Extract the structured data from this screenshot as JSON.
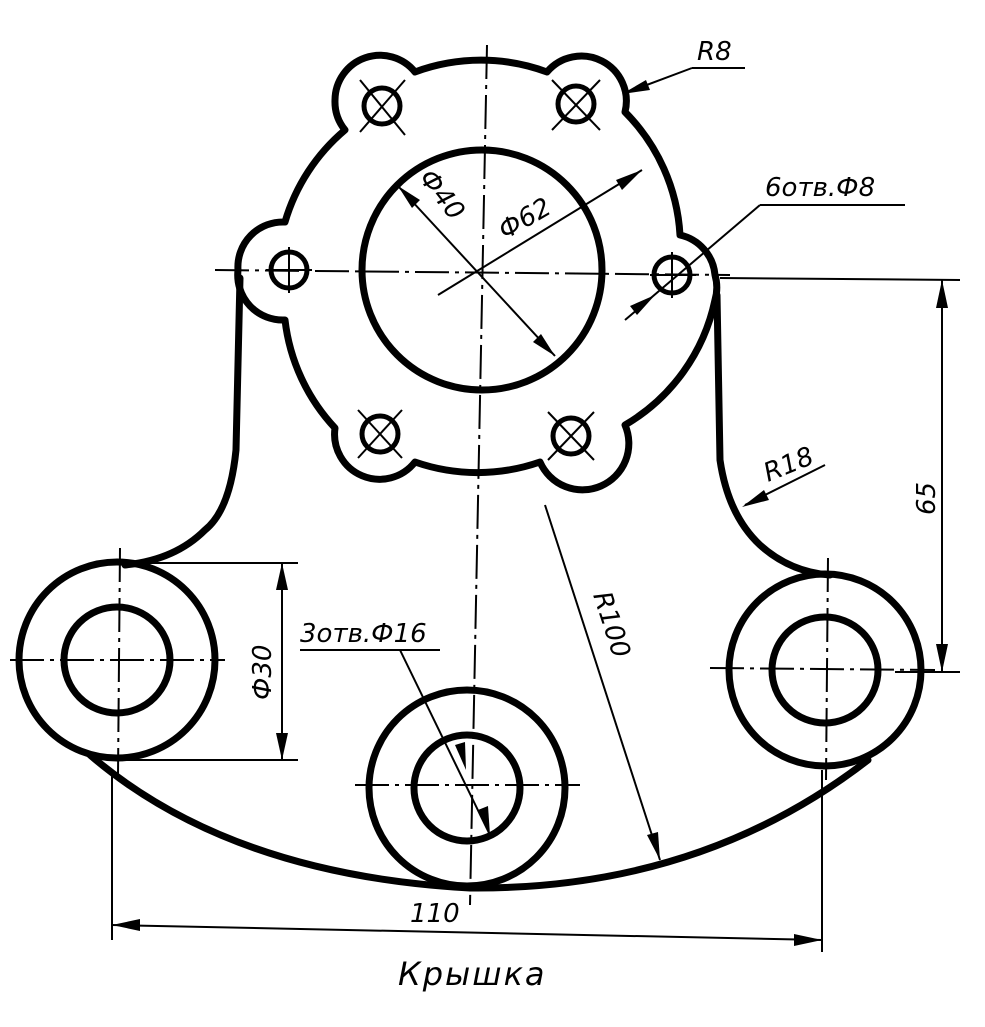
{
  "title": "Крышка",
  "dimensions": {
    "r8": "R8",
    "holes_small": "6отв.Ф8",
    "phi40": "Ф40",
    "phi62": "Ф62",
    "r18": "R18",
    "d65": "65",
    "r100": "R100",
    "phi30": "Ф30",
    "holes_large": "3отв.Ф16",
    "d110": "110"
  }
}
